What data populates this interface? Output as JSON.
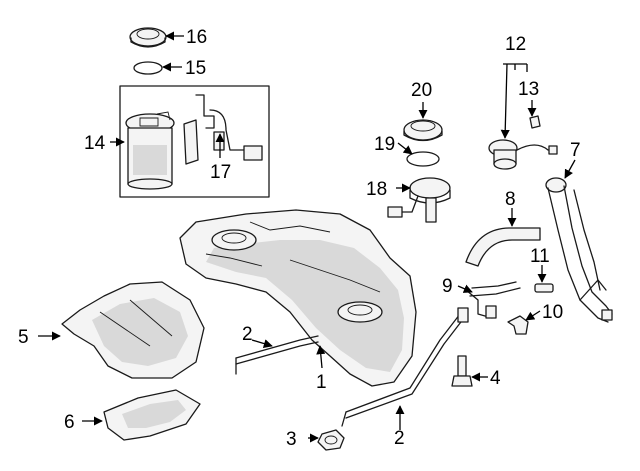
{
  "callouts": [
    {
      "id": "1",
      "label": "1"
    },
    {
      "id": "2a",
      "label": "2"
    },
    {
      "id": "2b",
      "label": "2"
    },
    {
      "id": "3",
      "label": "3"
    },
    {
      "id": "4",
      "label": "4"
    },
    {
      "id": "5",
      "label": "5"
    },
    {
      "id": "6",
      "label": "6"
    },
    {
      "id": "7",
      "label": "7"
    },
    {
      "id": "8",
      "label": "8"
    },
    {
      "id": "9",
      "label": "9"
    },
    {
      "id": "10",
      "label": "10"
    },
    {
      "id": "11",
      "label": "11"
    },
    {
      "id": "12",
      "label": "12"
    },
    {
      "id": "13",
      "label": "13"
    },
    {
      "id": "14",
      "label": "14"
    },
    {
      "id": "15",
      "label": "15"
    },
    {
      "id": "16",
      "label": "16"
    },
    {
      "id": "17",
      "label": "17"
    },
    {
      "id": "18",
      "label": "18"
    },
    {
      "id": "19",
      "label": "19"
    },
    {
      "id": "20",
      "label": "20"
    }
  ]
}
